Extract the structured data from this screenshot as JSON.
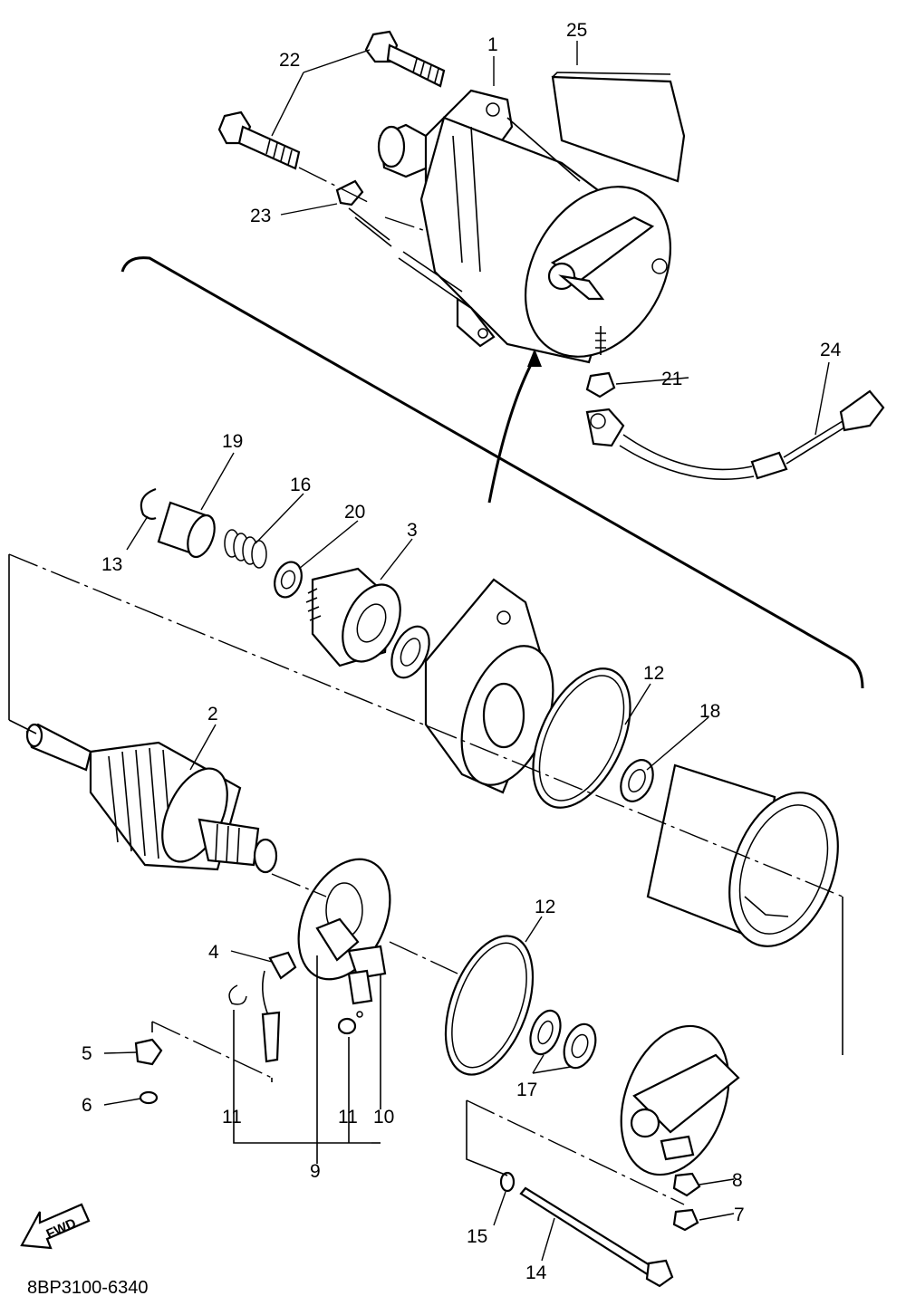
{
  "diagram": {
    "document_id": "8BP3100-6340",
    "direction_indicator": "FWD",
    "callouts": [
      {
        "id": "c1",
        "label": "1"
      },
      {
        "id": "c2",
        "label": "2"
      },
      {
        "id": "c3",
        "label": "3"
      },
      {
        "id": "c4",
        "label": "4"
      },
      {
        "id": "c5",
        "label": "5"
      },
      {
        "id": "c6",
        "label": "6"
      },
      {
        "id": "c7",
        "label": "7"
      },
      {
        "id": "c8",
        "label": "8"
      },
      {
        "id": "c9",
        "label": "9"
      },
      {
        "id": "c10",
        "label": "10"
      },
      {
        "id": "c11a",
        "label": "11"
      },
      {
        "id": "c11b",
        "label": "11"
      },
      {
        "id": "c12a",
        "label": "12"
      },
      {
        "id": "c12b",
        "label": "12"
      },
      {
        "id": "c13",
        "label": "13"
      },
      {
        "id": "c14",
        "label": "14"
      },
      {
        "id": "c15",
        "label": "15"
      },
      {
        "id": "c16",
        "label": "16"
      },
      {
        "id": "c17",
        "label": "17"
      },
      {
        "id": "c18",
        "label": "18"
      },
      {
        "id": "c19",
        "label": "19"
      },
      {
        "id": "c20",
        "label": "20"
      },
      {
        "id": "c21",
        "label": "21"
      },
      {
        "id": "c22",
        "label": "22"
      },
      {
        "id": "c23",
        "label": "23"
      },
      {
        "id": "c24",
        "label": "24"
      },
      {
        "id": "c25",
        "label": "25"
      }
    ]
  }
}
